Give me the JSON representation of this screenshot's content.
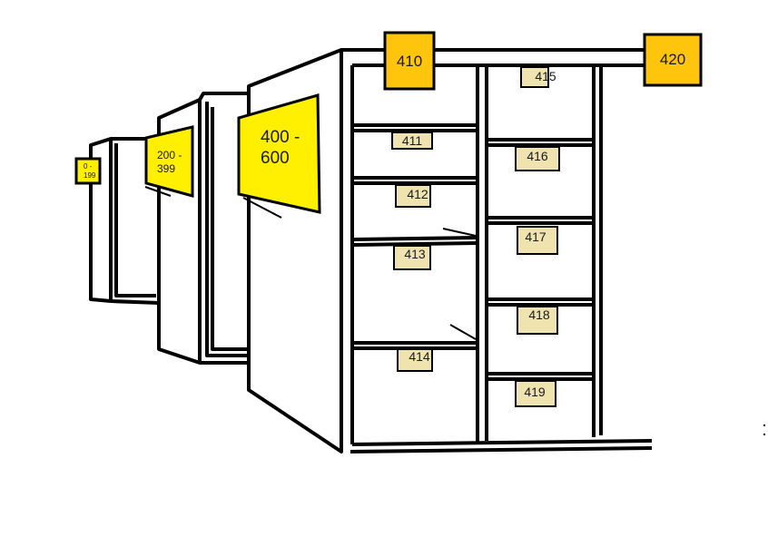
{
  "range_signs": {
    "first": "0 - 199",
    "second": "200 - 399",
    "third": "400 - 600"
  },
  "header_labels": {
    "left": "410",
    "right": "420"
  },
  "shelf_labels": {
    "left_column": [
      "411",
      "412",
      "413",
      "414"
    ],
    "right_column": [
      "415",
      "416",
      "417",
      "418",
      "419"
    ]
  },
  "colors": {
    "range_sign": "#FFEF00",
    "header_label": "#FFC40C",
    "shelf_label": "#EFE4B0",
    "line": "#000000"
  }
}
